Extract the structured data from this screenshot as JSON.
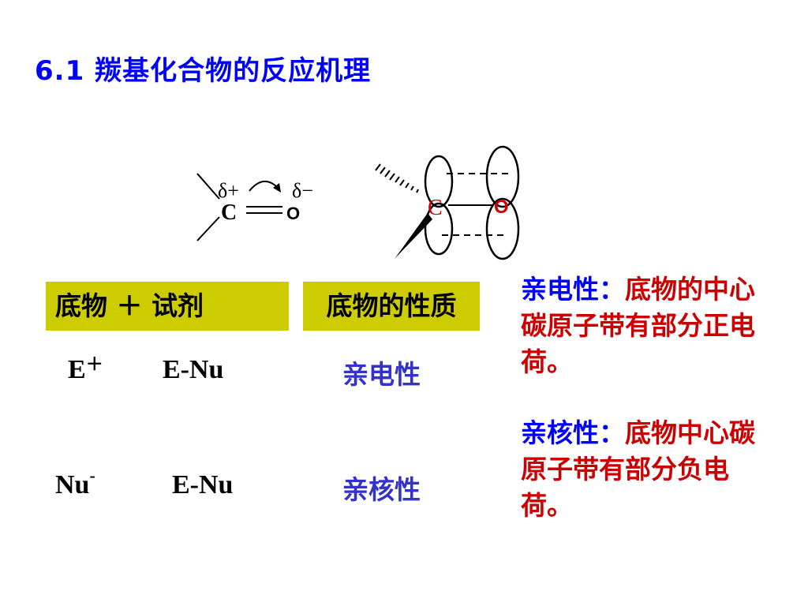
{
  "slide": {
    "title": "6.1  羰基化合物的反应机理"
  },
  "carbonyl_diagram": {
    "left": {
      "carbon": "C",
      "oxygen": "O",
      "delta_plus": "δ+",
      "delta_minus": "δ−"
    },
    "right": {
      "carbon": "C",
      "oxygen": "O"
    }
  },
  "table": {
    "header_left": "底物 ＋ 试剂",
    "header_right": "底物的性质",
    "rows": [
      {
        "reagent": "E",
        "reagent_charge": "＋",
        "product": "E-Nu",
        "property": "亲电性"
      },
      {
        "reagent": "Nu",
        "reagent_charge": "-",
        "product": "E-Nu",
        "property": "亲核性"
      }
    ]
  },
  "notes": [
    {
      "head": "亲电性：",
      "body": "底物的中心碳原子带有部分正电荷。"
    },
    {
      "head": "亲核性：",
      "body": "底物中心碳原子带有部分负电荷。"
    }
  ],
  "colors": {
    "title": "#0000ff",
    "header_box": "#cccc00",
    "property_text": "#3333cc",
    "note_head": "#0000ff",
    "note_body": "#cc0000",
    "highlight_atom": "#cc0000"
  }
}
